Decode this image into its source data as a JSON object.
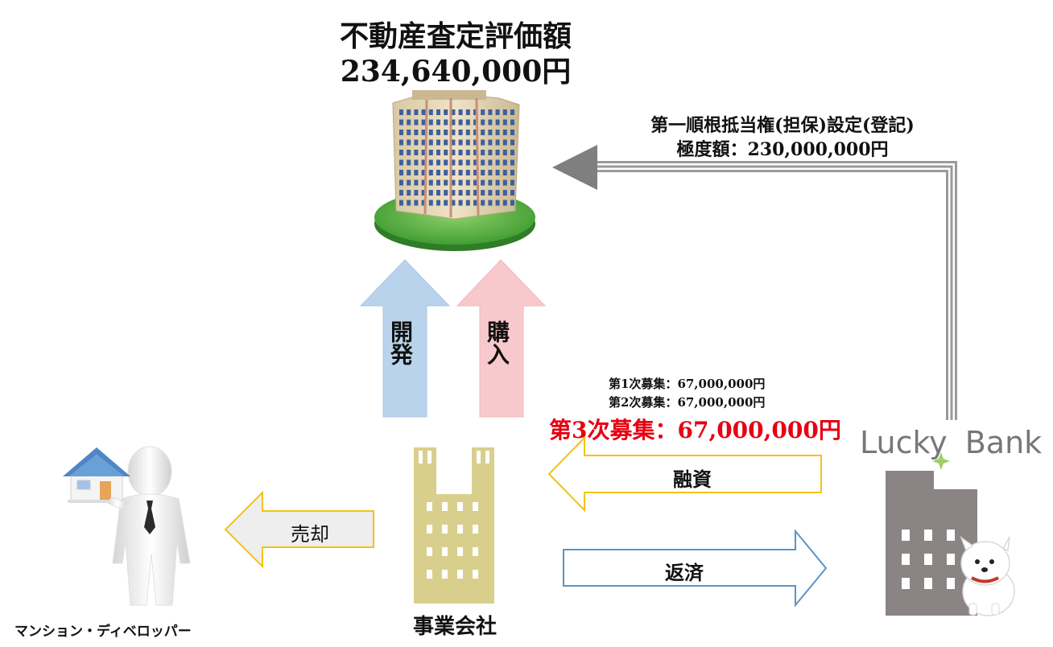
{
  "property": {
    "title": "不動産査定評価額",
    "value": "234,640,000円"
  },
  "mortgage": {
    "line1": "第一順根抵当権(担保)設定(登記)",
    "line2": "極度額：230,000,000円"
  },
  "arrows": {
    "develop_label": "開発",
    "purchase_label": "購入",
    "sell_label": "売却",
    "loan_label": "融資",
    "repay_label": "返済"
  },
  "recruitment": {
    "round1": "第1次募集：67,000,000円",
    "round2": "第2次募集：67,000,000円",
    "round3": "第3次募集：67,000,000円"
  },
  "logo": {
    "text_left": "Lucky",
    "text_right": "Bank"
  },
  "labels": {
    "company": "事業会社",
    "developer": "マンション・ディベロッパー"
  },
  "colors": {
    "develop_arrow": "#b9d3ec",
    "purchase_arrow": "#f8c9cc",
    "loan_arrow_stroke": "#f2c21a",
    "repay_arrow_stroke": "#5a94c8",
    "sell_arrow_stroke": "#f2c21a",
    "round3_text": "#e60012",
    "company_building": "#d9cf8c",
    "bank_building": "#8a8484"
  }
}
